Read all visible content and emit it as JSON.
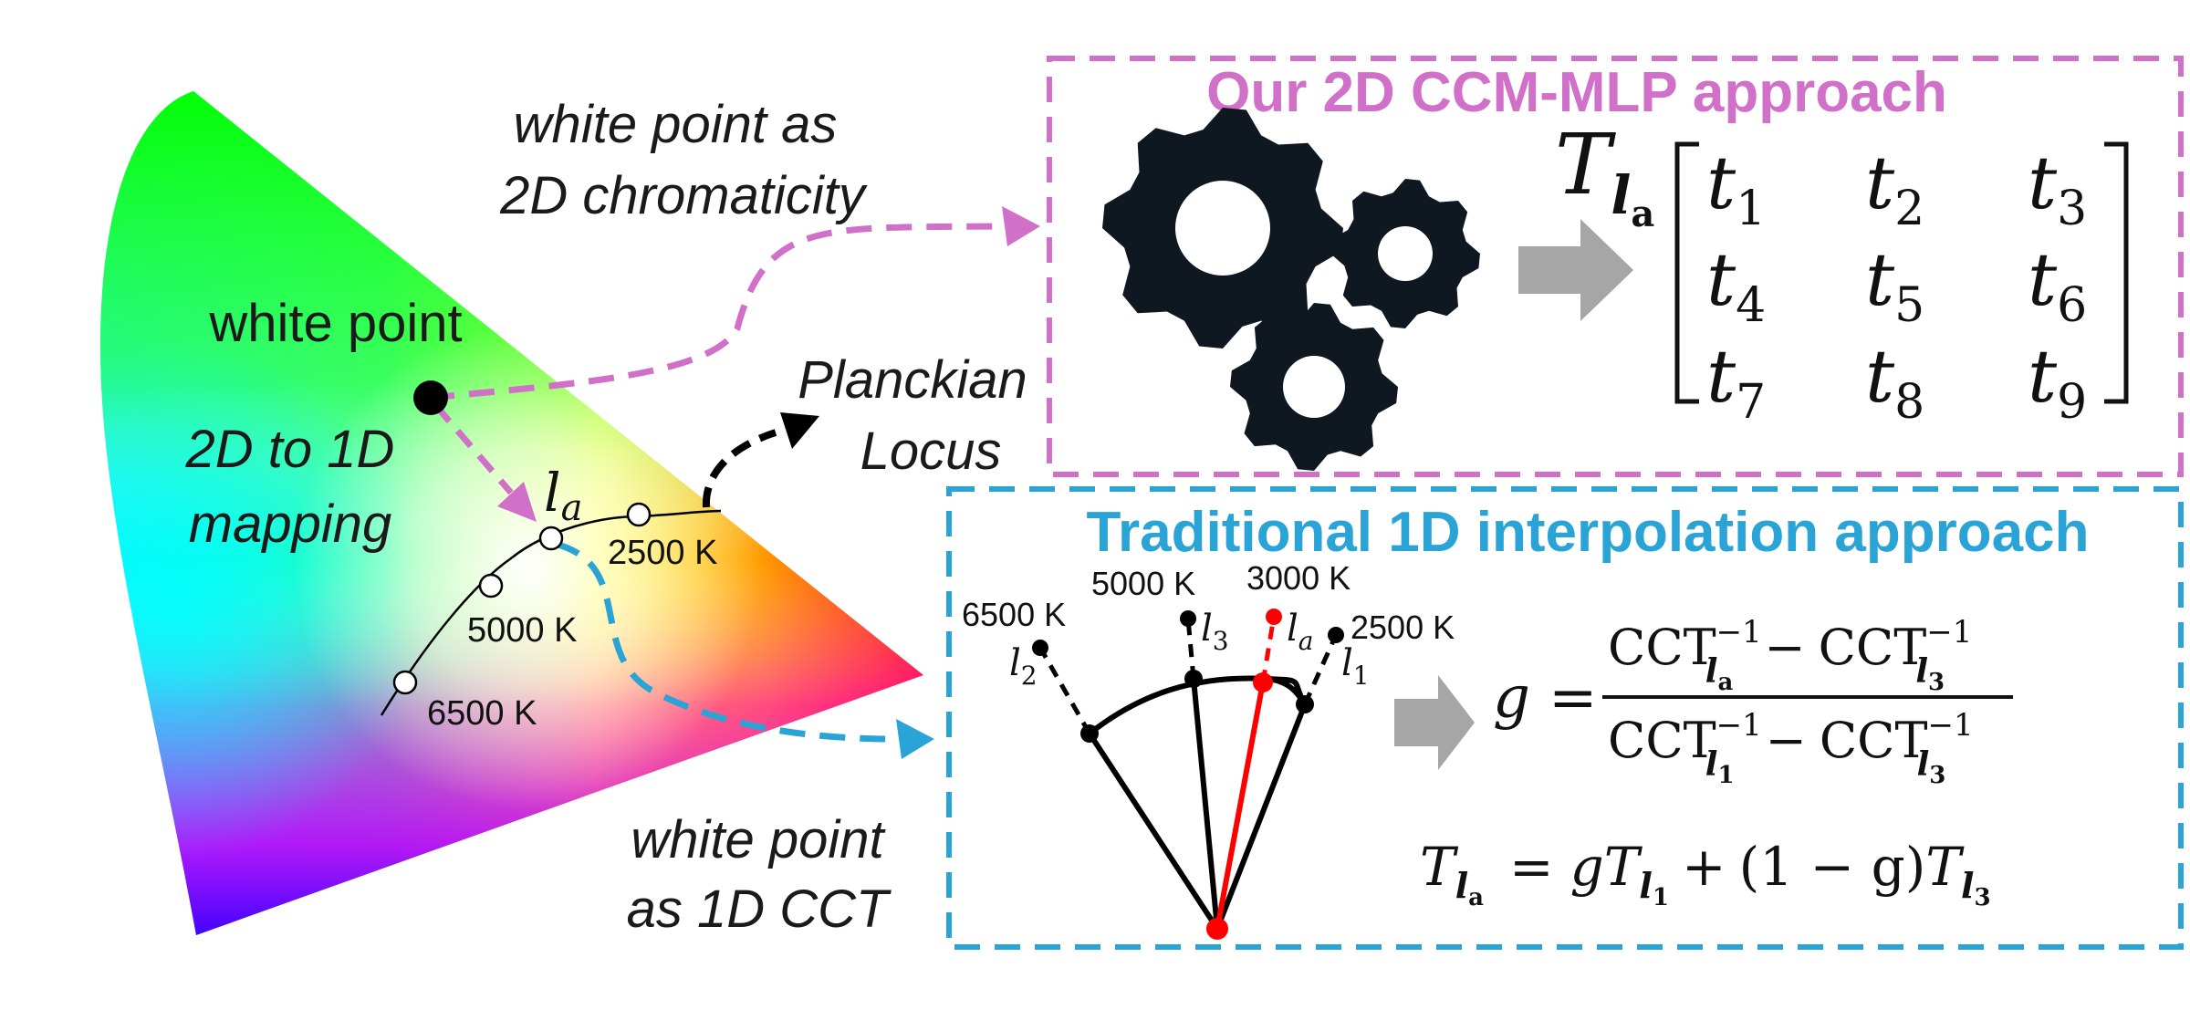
{
  "colors": {
    "pink": "#d070c8",
    "blue": "#2aa3d6",
    "gray": "#a6a6a6",
    "gear": "#0f1720",
    "red": "#ff0000"
  },
  "labels": {
    "wp_2d_line1": "white point as",
    "wp_2d_line2": "2D chromaticity",
    "white_point": "white point",
    "mapping_line1": "2D to 1D",
    "mapping_line2": "mapping",
    "planck_line1": "Planckian",
    "planck_line2": "Locus",
    "wp_1d_line1": "white point",
    "wp_1d_line2": "as 1D CCT",
    "la": "l",
    "la_sub": "a",
    "k2500": "2500 K",
    "k5000": "5000 K",
    "k6500": "6500 K"
  },
  "top_box": {
    "title": "Our 2D CCM-MLP approach",
    "T": "T",
    "T_sub": "l",
    "T_subsub": "a",
    "matrix": [
      [
        "t",
        "1"
      ],
      [
        "t",
        "2"
      ],
      [
        "t",
        "3"
      ],
      [
        "t",
        "4"
      ],
      [
        "t",
        "5"
      ],
      [
        "t",
        "6"
      ],
      [
        "t",
        "7"
      ],
      [
        "t",
        "8"
      ],
      [
        "t",
        "9"
      ]
    ],
    "icon": "gears-icon"
  },
  "bottom_box": {
    "title": "Traditional 1D interpolation approach",
    "labels": {
      "k6500": "6500 K",
      "k5000": "5000 K",
      "k3000": "3000 K",
      "k2500": "2500 K",
      "l2": "l",
      "l2_sub": "2",
      "l3": "l",
      "l3_sub": "3",
      "la": "l",
      "la_sub": "a",
      "l1": "l",
      "l1_sub": "1"
    },
    "formula_g": {
      "g": "g",
      "eq": "=",
      "cct": "CCT",
      "exp": "−1",
      "minus": "−",
      "num_sub_1": "l",
      "num_subsub_1": "a",
      "num_sub_2": "l",
      "num_subsub_2": "3",
      "den_sub_1": "l",
      "den_subsub_1": "1",
      "den_sub_2": "l",
      "den_subsub_2": "3"
    },
    "formula_t": {
      "T": "T",
      "eq": "=",
      "g": "g",
      "plus": "+",
      "paren": "(1 − g)",
      "sub_l": "l",
      "subsub_a": "a",
      "subsub_1": "1",
      "subsub_3": "3"
    }
  }
}
